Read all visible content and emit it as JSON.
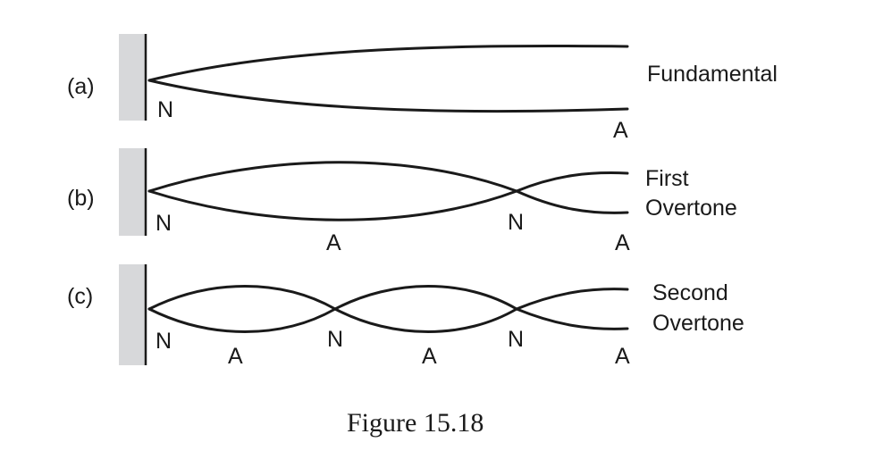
{
  "panels": [
    {
      "label": "(a)",
      "name_line1": "Fundamental",
      "name_line2": "",
      "node_marks": [
        "N"
      ],
      "antinode_marks": [
        "A"
      ]
    },
    {
      "label": "(b)",
      "name_line1": "First",
      "name_line2": "Overtone",
      "node_marks": [
        "N",
        "N"
      ],
      "antinode_marks": [
        "A",
        "A"
      ]
    },
    {
      "label": "(c)",
      "name_line1": "Second",
      "name_line2": "Overtone",
      "node_marks": [
        "N",
        "N",
        "N"
      ],
      "antinode_marks": [
        "A",
        "A",
        "A"
      ]
    }
  ],
  "caption": "Figure 15.18"
}
